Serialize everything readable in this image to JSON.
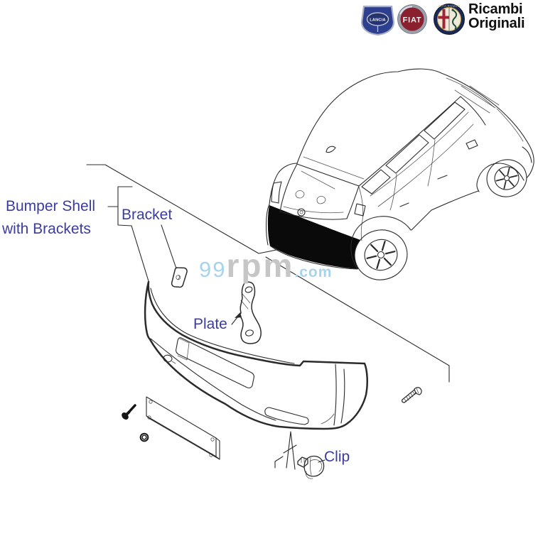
{
  "header": {
    "brand_line1": "Ricambi",
    "brand_line2": "Originali",
    "logos": {
      "lancia_label": "LANCIA",
      "fiat_label": "FIAT",
      "alfa_label": "ALFA ROMEO"
    }
  },
  "watermark": {
    "prefix": "99",
    "middle": "rpm",
    "suffix": ".com"
  },
  "labels": {
    "bumper_shell_line1": "Bumper Shell",
    "bumper_shell_line2": "with Brackets",
    "bracket": "Bracket",
    "plate": "Plate",
    "clip": "Clip"
  },
  "colors": {
    "label_text": "#3b3c9d",
    "watermark_blue": "#a7d3ee",
    "watermark_gray": "#c6c6c6",
    "line_color": "#2b2b2b",
    "highlight_fill": "#0a0a0a",
    "brand_text": "#111111"
  }
}
